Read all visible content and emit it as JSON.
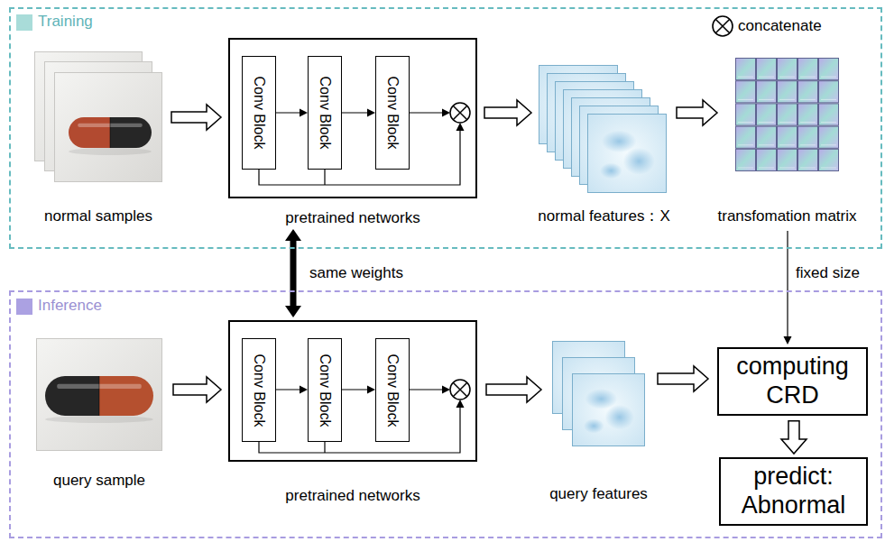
{
  "diagram": {
    "nodes": [
      {
        "text": [
          "Training"
        ]
      },
      {
        "text": [
          "normal samples"
        ],
        "in": 0
      },
      {
        "text": [
          "pretrained networks"
        ],
        "in": 0
      },
      {
        "text": [
          "Conv Block"
        ],
        "in": 2
      },
      {
        "text": [
          "Conv Block"
        ],
        "in": 2
      },
      {
        "text": [
          "Conv Block"
        ],
        "in": 2
      },
      {
        "text": [
          "normal features：X"
        ],
        "in": 0
      },
      {
        "text": [
          "transfomation matrix"
        ],
        "in": 0
      },
      {
        "text": [
          "Inference"
        ]
      },
      {
        "text": [
          "query sample"
        ],
        "in": 8
      },
      {
        "text": [
          "pretrained networks"
        ],
        "in": 8
      },
      {
        "text": [
          "Conv Block"
        ],
        "in": 10
      },
      {
        "text": [
          "Conv Block"
        ],
        "in": 10
      },
      {
        "text": [
          "Conv Block"
        ],
        "in": 10
      },
      {
        "text": [
          "query features"
        ],
        "in": 8
      },
      {
        "text": [
          "computing CRD"
        ],
        "in": 8
      },
      {
        "text": [
          "predict: Abnormal"
        ],
        "in": 8
      }
    ],
    "edges": [
      {
        "from": 1,
        "to": 2,
        "arrow": "to"
      },
      {
        "from": 3,
        "to": 4,
        "arrow": "to"
      },
      {
        "from": 4,
        "to": 5,
        "arrow": "to"
      },
      {
        "from": 2,
        "to": 6,
        "arrow": "to"
      },
      {
        "from": 6,
        "to": 7,
        "arrow": "to"
      },
      {
        "from": 2,
        "to": 10,
        "label": "same weights",
        "arrow": "both"
      },
      {
        "from": 7,
        "to": 15,
        "label": "fixed size",
        "arrow": "to"
      },
      {
        "from": 9,
        "to": 10,
        "arrow": "to"
      },
      {
        "from": 11,
        "to": 12,
        "arrow": "to"
      },
      {
        "from": 12,
        "to": 13,
        "arrow": "to"
      },
      {
        "from": 10,
        "to": 14,
        "arrow": "to"
      },
      {
        "from": 14,
        "to": 15,
        "arrow": "to"
      },
      {
        "from": 15,
        "to": 16,
        "arrow": "to"
      }
    ],
    "legend": [
      {
        "text": "concatenate"
      }
    ]
  }
}
